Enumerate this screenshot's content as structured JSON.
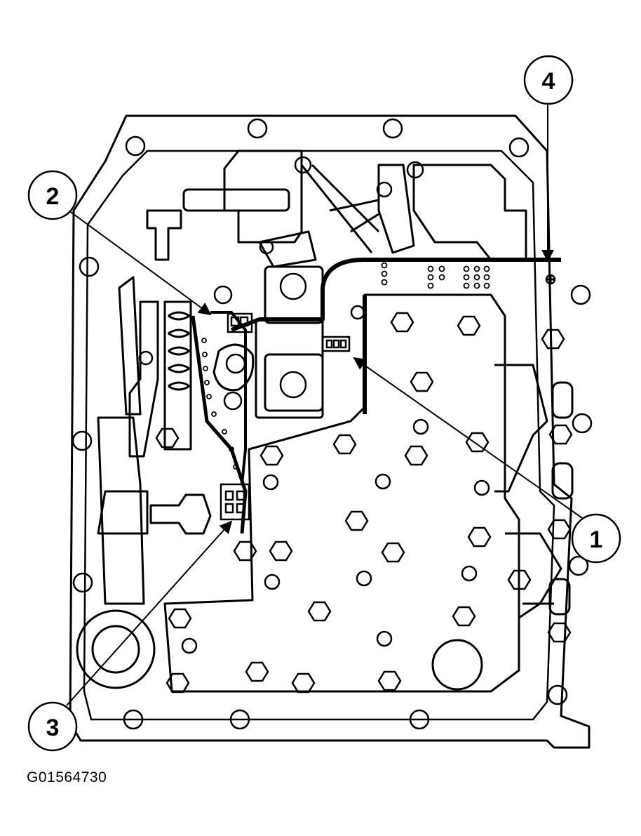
{
  "figure": {
    "id_label": "G01564730",
    "colors": {
      "ink": "#000000",
      "paper": "#ffffff"
    }
  },
  "callouts": [
    {
      "label": "1",
      "target": "wiring harness connector near center"
    },
    {
      "label": "2",
      "target": "connector at upper left of valve body"
    },
    {
      "label": "3",
      "target": "connector at lower left of valve body"
    },
    {
      "label": "4",
      "target": "harness mounting clip at upper right"
    }
  ]
}
